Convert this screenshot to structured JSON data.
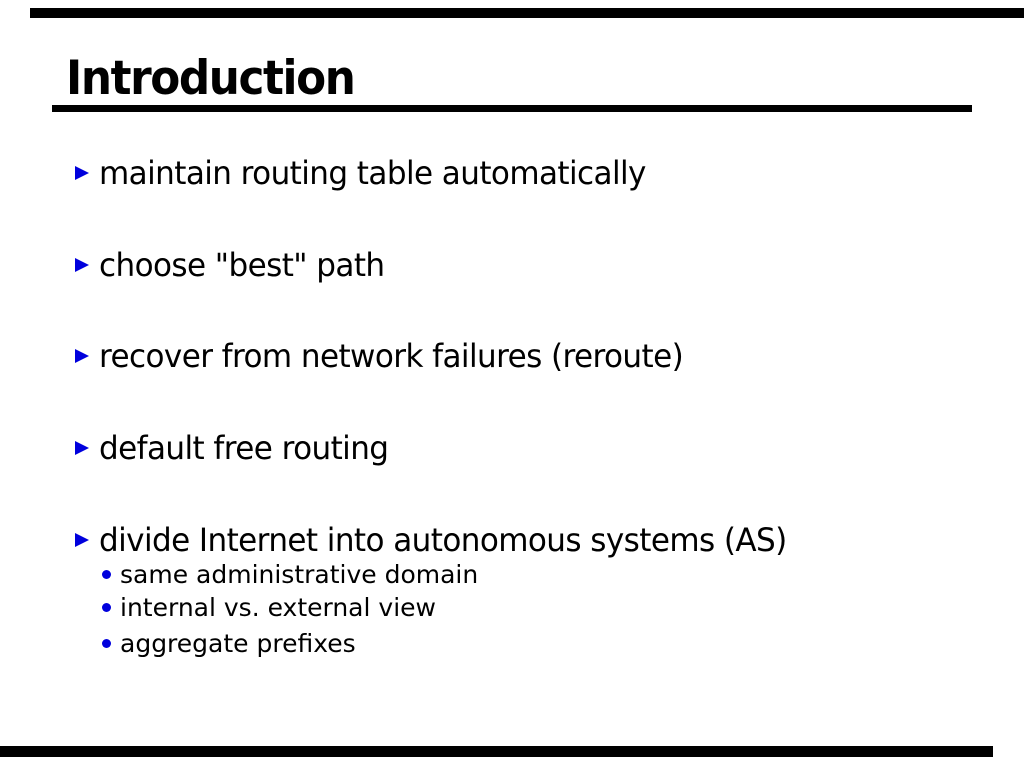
{
  "slide": {
    "title": "Introduction",
    "bullets": [
      {
        "text": "maintain routing table automatically"
      },
      {
        "text": "choose \"best\" path"
      },
      {
        "text": "recover from network failures (reroute)"
      },
      {
        "text": "default free routing"
      },
      {
        "text": "divide Internet into autonomous systems (AS)"
      }
    ],
    "sub_bullets": [
      {
        "text": "same administrative domain"
      },
      {
        "text": "internal vs. external view"
      },
      {
        "text": "aggregate prefixes"
      }
    ],
    "colors": {
      "bullet_blue": "#0000dd",
      "text_black": "#000000",
      "bar_black": "#000000"
    }
  }
}
